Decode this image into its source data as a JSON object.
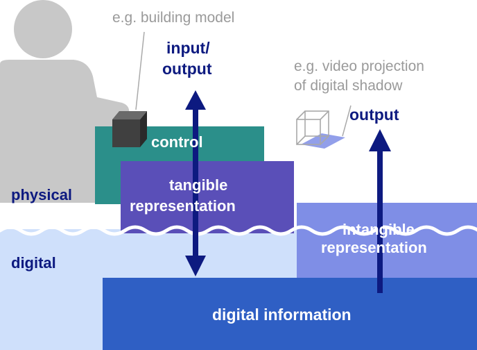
{
  "annotations": {
    "building_model": "e.g. building model",
    "video_projection_line1": "e.g. video projection",
    "video_projection_line2": "of digital shadow"
  },
  "arrows": {
    "input_output_line1": "input/",
    "input_output_line2": "output",
    "output": "output"
  },
  "layers": {
    "physical": "physical",
    "digital": "digital"
  },
  "blocks": {
    "control": "control",
    "tangible_line1": "tangible",
    "tangible_line2": "representation",
    "intangible_line1": "intangible",
    "intangible_line2": "representation",
    "digital_information": "digital information"
  },
  "colors": {
    "person": "#c8c8c8",
    "control": "#2b8f8a",
    "tangible": "#5a4fb8",
    "intangible": "#7f8ee6",
    "digital_area": "#cfe0fb",
    "digital_information": "#2f5fc4",
    "arrow": "#0d1a80",
    "cube": "#404040"
  },
  "icons": [
    "person-silhouette-icon",
    "physical-cube-icon",
    "wireframe-cube-icon",
    "water-wave-line"
  ]
}
